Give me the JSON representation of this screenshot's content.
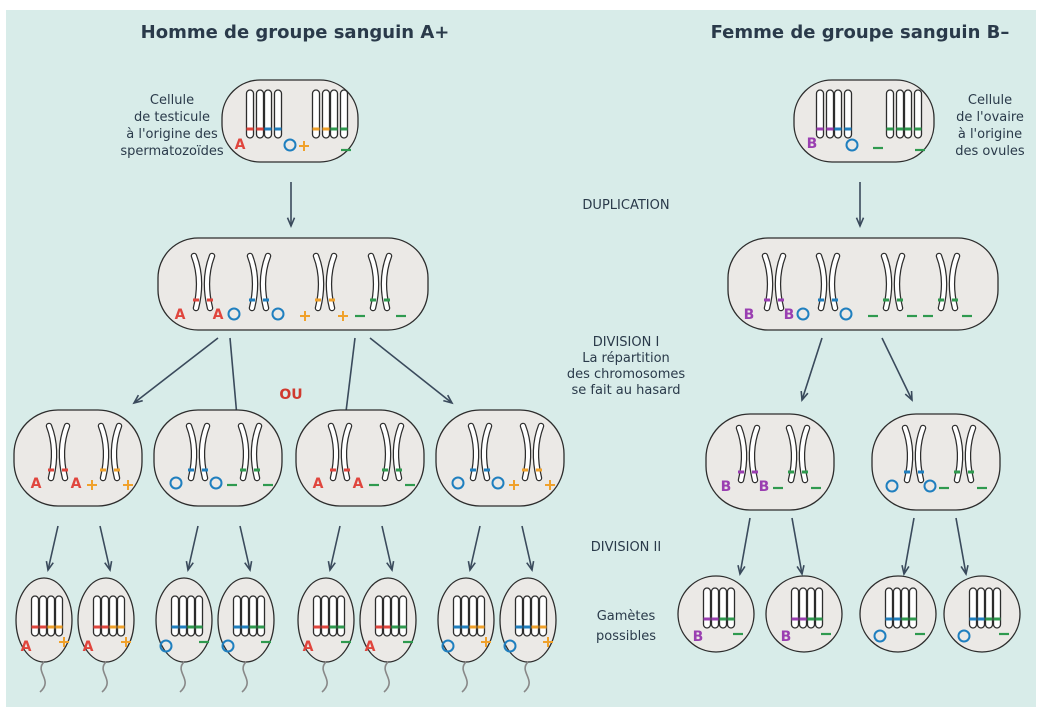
{
  "header": {
    "male_title": "Homme de groupe sanguin A+",
    "female_title": "Femme de groupe sanguin B–"
  },
  "labels": {
    "male_cell": [
      "Cellule",
      "de testicule",
      "à l'origine des",
      "spermatozoïdes"
    ],
    "female_cell": [
      "Cellule",
      "de l'ovaire",
      "à l'origine",
      "des ovules"
    ],
    "duplication": "DUPLICATION",
    "division1": [
      "DIVISION I",
      "La répartition",
      "des chromosomes",
      "se fait au hasard"
    ],
    "ou": "OU",
    "division2": "DIVISION II",
    "gametes": [
      "Gamètes",
      "possibles"
    ]
  },
  "alleles": {
    "A": "A",
    "B": "B",
    "O": "O",
    "plus": "+",
    "minus": "–"
  },
  "colors": {
    "background": "#d8ece9",
    "cell_fill": "#ebe9e6",
    "outline": "#2d2d2d",
    "arrow": "#3a4a5c",
    "title": "#2a3a4a",
    "allele_A": "#e0453d",
    "allele_O": "#1f7fbf",
    "allele_plus": "#f0a12b",
    "allele_minus": "#2f9a4f",
    "allele_B": "#9a3fb1",
    "ou": "#d0392e"
  }
}
